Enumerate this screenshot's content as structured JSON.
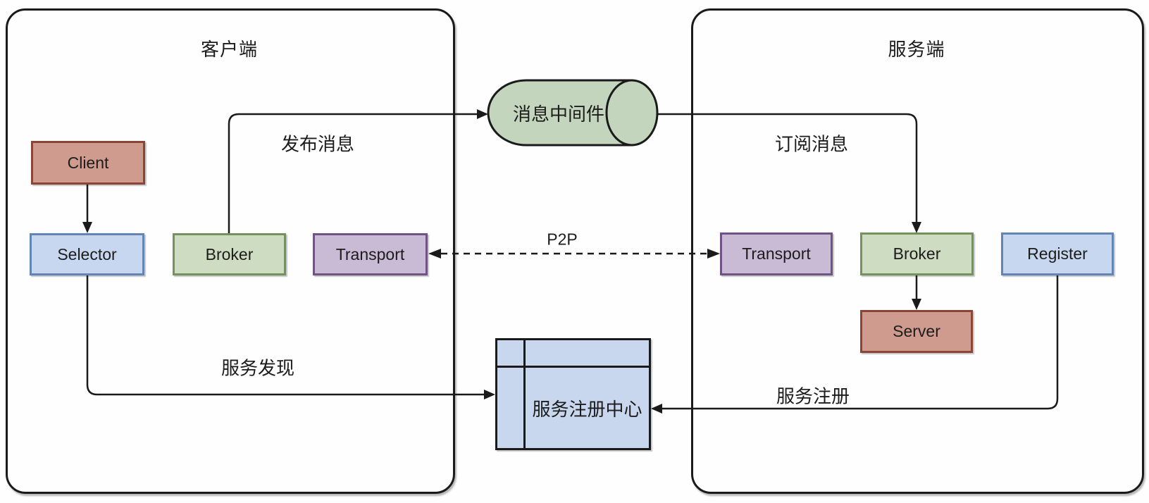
{
  "diagram": {
    "client_container": {
      "title": "客户端"
    },
    "server_container": {
      "title": "服务端"
    },
    "nodes": {
      "client": "Client",
      "selector": "Selector",
      "broker_left": "Broker",
      "transport_left": "Transport",
      "transport_right": "Transport",
      "broker_right": "Broker",
      "register": "Register",
      "server": "Server",
      "middleware": "消息中间件",
      "registry": "服务注册中心"
    },
    "edge_labels": {
      "publish": "发布消息",
      "subscribe": "订阅消息",
      "p2p": "P2P",
      "discovery": "服务发现",
      "registration": "服务注册"
    },
    "colors": {
      "red_fill": "#cf9b8f",
      "red_border": "#8b4537",
      "blue_fill": "#c8d7f0",
      "blue_border": "#6285b4",
      "green_fill": "#cedcc2",
      "green_border": "#74935c",
      "purple_fill": "#c9bad5",
      "purple_border": "#6f5385",
      "cylinder_fill": "#c3d5bd",
      "registry_fill": "#c8d7ee",
      "line": "#1a1a1a"
    }
  }
}
